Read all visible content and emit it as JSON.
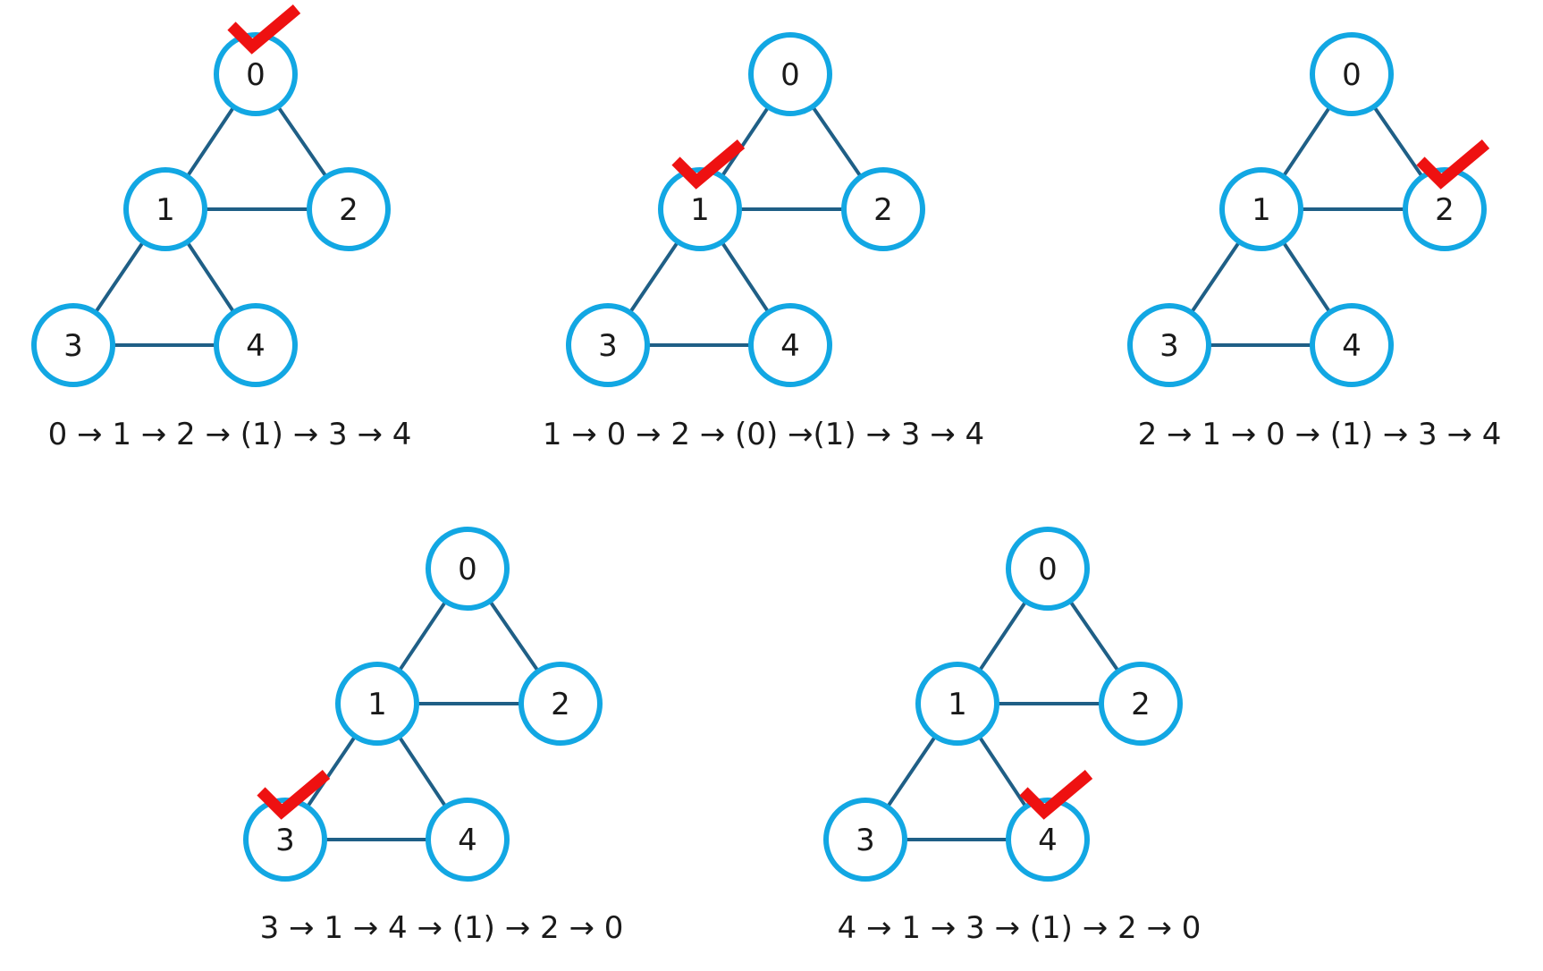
{
  "colors": {
    "node_stroke": "#12a7e3",
    "edge": "#1f5f86",
    "check": "#ee1111",
    "text": "#1a1a1a"
  },
  "graph": {
    "nodes": [
      "0",
      "1",
      "2",
      "3",
      "4"
    ],
    "edges": [
      [
        "0",
        "1"
      ],
      [
        "0",
        "2"
      ],
      [
        "1",
        "2"
      ],
      [
        "1",
        "3"
      ],
      [
        "1",
        "4"
      ],
      [
        "3",
        "4"
      ]
    ]
  },
  "panels": [
    {
      "start": "0",
      "order": "0 → 1 → 2 → (1) → 3 → 4"
    },
    {
      "start": "1",
      "order": "1 → 0 → 2 → (0) →(1) → 3 → 4"
    },
    {
      "start": "2",
      "order": "2 → 1 → 0 → (1) → 3 → 4"
    },
    {
      "start": "3",
      "order": "3 → 1 → 4 → (1) → 2 → 0"
    },
    {
      "start": "4",
      "order": "4 → 1 → 3 → (1) → 2 → 0"
    }
  ]
}
